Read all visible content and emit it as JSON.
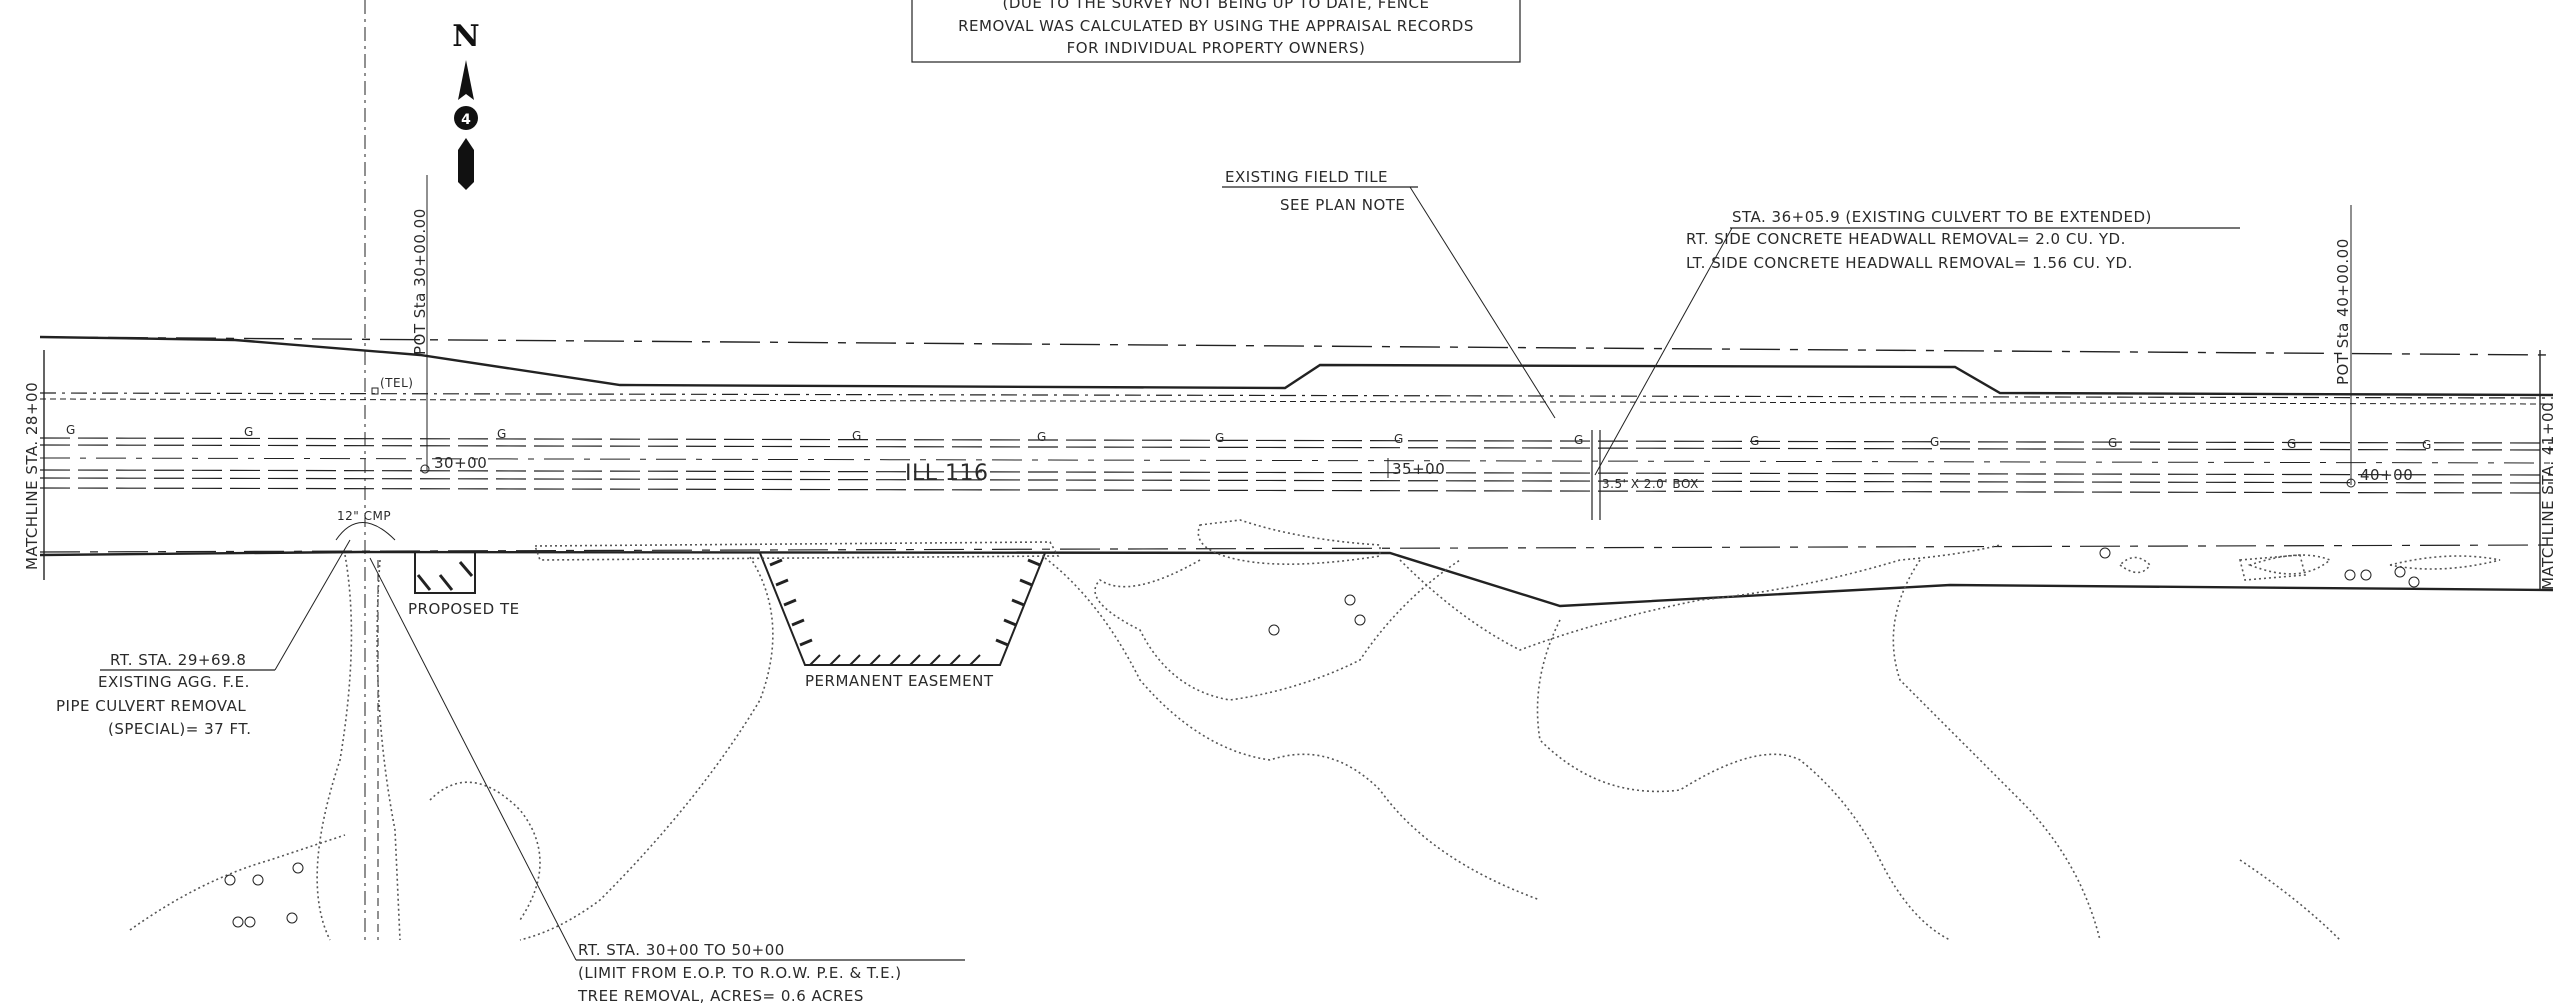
{
  "top_note": {
    "line1": "(DUE TO THE SURVEY NOT BEING UP TO DATE, FENCE",
    "line2": "REMOVAL WAS CALCULATED BY USING THE APPRAISAL RECORDS",
    "line3": "FOR INDIVIDUAL PROPERTY OWNERS)"
  },
  "north_arrow": {
    "letter": "N",
    "badge": "4"
  },
  "matchline_left": "MATCHLINE STA. 28+00",
  "matchline_right": "MATCHLINE STA. 41+00",
  "pot_30": "POT Sta 30+00.00",
  "pot_40": "POT Sta 40+00.00",
  "tel_label": "(TEL)",
  "road_name": "ILL 116",
  "stations": {
    "s30": "30+00",
    "s35": "35+00",
    "s40": "40+00"
  },
  "gas_marker": "G",
  "cmp_label": "12\" CMP",
  "proposed_te": "PROPOSED TE",
  "permanent_easement": "PERMANENT EASEMENT",
  "box_label": "3.5' X 2.0' BOX",
  "field_tile": {
    "line1": "EXISTING FIELD TILE",
    "line2": "SEE PLAN NOTE"
  },
  "culvert_note": {
    "line1": "STA. 36+05.9 (EXISTING CULVERT TO BE EXTENDED)",
    "line2": "RT. SIDE CONCRETE HEADWALL REMOVAL= 2.0 CU. YD.",
    "line3": "LT. SIDE CONCRETE HEADWALL REMOVAL= 1.56 CU. YD."
  },
  "pipe_note": {
    "line1": "RT. STA. 29+69.8",
    "line2": "EXISTING AGG. F.E.",
    "line3": "PIPE CULVERT REMOVAL",
    "line4": "(SPECIAL)= 37 FT."
  },
  "tree_note": {
    "line1": "RT. STA. 30+00 TO 50+00",
    "line2": "(LIMIT FROM E.O.P. TO R.O.W. P.E. & T.E.)",
    "line3": "TREE REMOVAL, ACRES= 0.6 ACRES"
  }
}
